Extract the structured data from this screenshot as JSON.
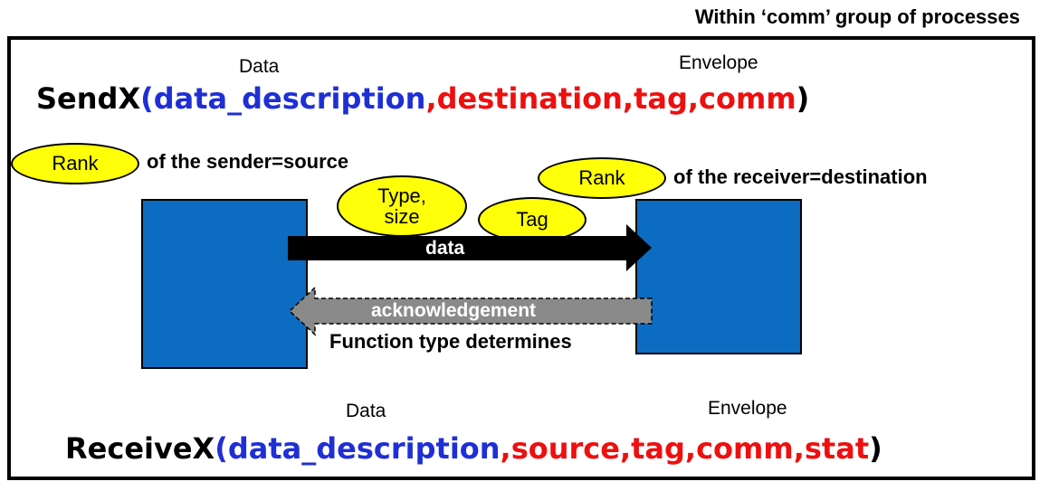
{
  "caption": "Within ‘comm’ group of processes",
  "send": {
    "data_label": "Data",
    "envelope_label": "Envelope",
    "function_name": "SendX",
    "open_paren": "(",
    "data_arg": "data_description",
    "comma1": ",",
    "envelope_args": "destination,tag,comm",
    "close_paren": ")"
  },
  "receive": {
    "data_label": "Data",
    "envelope_label": "Envelope",
    "function_name": "ReceiveX",
    "open_paren": "(",
    "data_arg": "data_description",
    "comma1": ",",
    "envelope_args": "source,tag,comm,stat",
    "close_paren": ")"
  },
  "ellipses": {
    "sender_rank": "Rank",
    "receiver_rank": "Rank",
    "type_size_line1": "Type,",
    "type_size_line2": "size",
    "tag": "Tag"
  },
  "labels": {
    "sender_note": "of the sender=source",
    "receiver_note": "of the receiver=destination",
    "data_arrow": "data",
    "ack_arrow": "acknowledgement",
    "function_note": "Function type determines"
  },
  "colors": {
    "data_blue": "#1f2fd6",
    "envelope_red": "#ee0f0f",
    "process_box": "#0b6cc1",
    "ellipse_fill": "#ffff0a",
    "ack_arrow": "#8a8a8a"
  }
}
